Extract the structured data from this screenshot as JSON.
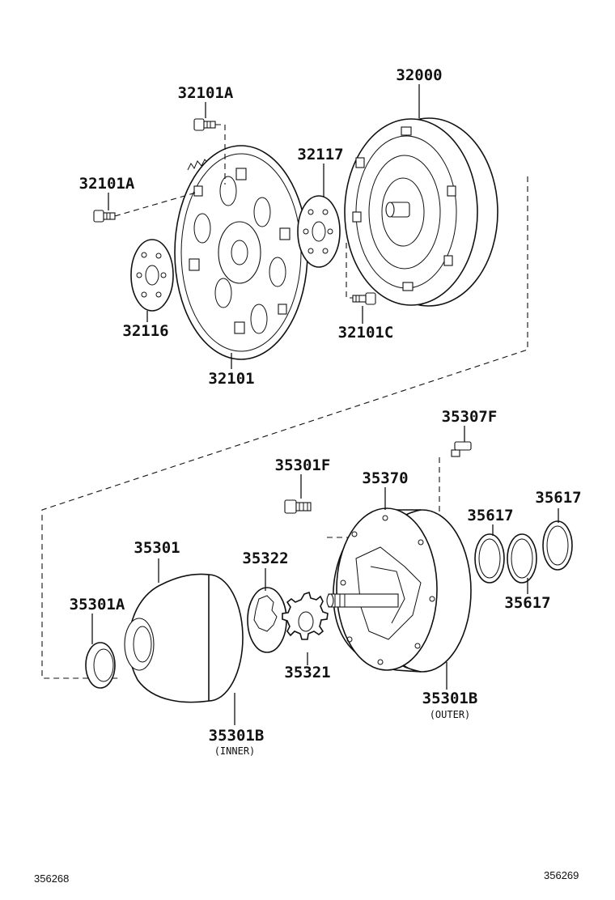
{
  "parts": {
    "p32000": "32000",
    "p32101A_top": "32101A",
    "p32101A_left": "32101A",
    "p32117": "32117",
    "p32116": "32116",
    "p32101C": "32101C",
    "p32101": "32101",
    "p35307F": "35307F",
    "p35301F": "35301F",
    "p35370": "35370",
    "p35617_a": "35617",
    "p35617_b": "35617",
    "p35617_c": "35617",
    "p35301": "35301",
    "p35322": "35322",
    "p35301A": "35301A",
    "p35321": "35321",
    "p35301B_outer": "35301B",
    "outer_note": "(OUTER)",
    "p35301B_inner": "35301B",
    "inner_note": "(INNER)"
  },
  "illustration_refs": {
    "left": "356268",
    "right": "356269"
  }
}
